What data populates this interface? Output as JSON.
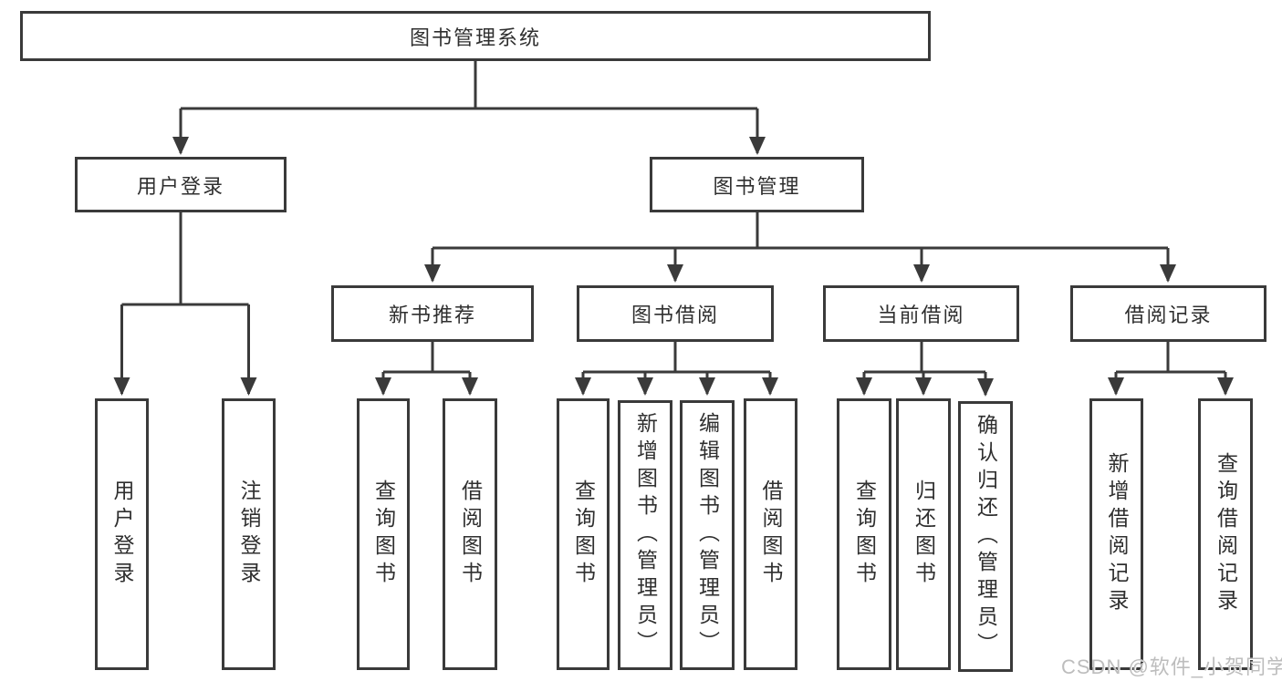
{
  "diagram_title": "图书管理系统",
  "nodes": {
    "root": "图书管理系统",
    "user_login": "用户登录",
    "book_mgmt": "图书管理",
    "new_book_rec": "新书推荐",
    "book_borrow": "图书借阅",
    "current_borrow": "当前借阅",
    "borrow_record": "借阅记录",
    "leaf_user_login": "用户登录",
    "leaf_logout": "注销登录",
    "rec_query_book": "查询图书",
    "rec_borrow_book": "借阅图书",
    "bb_query_book": "查询图书",
    "bb_add_book": "新增图书（管理员）",
    "bb_edit_book": "编辑图书（管理员）",
    "bb_borrow_book": "借阅图书",
    "cb_query_book": "查询图书",
    "cb_return_book": "归还图书",
    "cb_confirm_return": "确认归还（管理员）",
    "br_add_record": "新增借阅记录",
    "br_query_record": "查询借阅记录"
  },
  "hierarchy": {
    "图书管理系统": [
      "用户登录",
      "图书管理"
    ],
    "用户登录": [
      "用户登录",
      "注销登录"
    ],
    "图书管理": [
      "新书推荐",
      "图书借阅",
      "当前借阅",
      "借阅记录"
    ],
    "新书推荐": [
      "查询图书",
      "借阅图书"
    ],
    "图书借阅": [
      "查询图书",
      "新增图书（管理员）",
      "编辑图书（管理员）",
      "借阅图书"
    ],
    "当前借阅": [
      "查询图书",
      "归还图书",
      "确认归还（管理员）"
    ],
    "借阅记录": [
      "新增借阅记录",
      "查询借阅记录"
    ]
  },
  "colors": {
    "line": "#3a3a3a",
    "box_background": "#ffffff",
    "text": "#2f2f2f",
    "watermark": "#bdbdbd"
  },
  "watermark": "CSDN @软件_小贺同学"
}
